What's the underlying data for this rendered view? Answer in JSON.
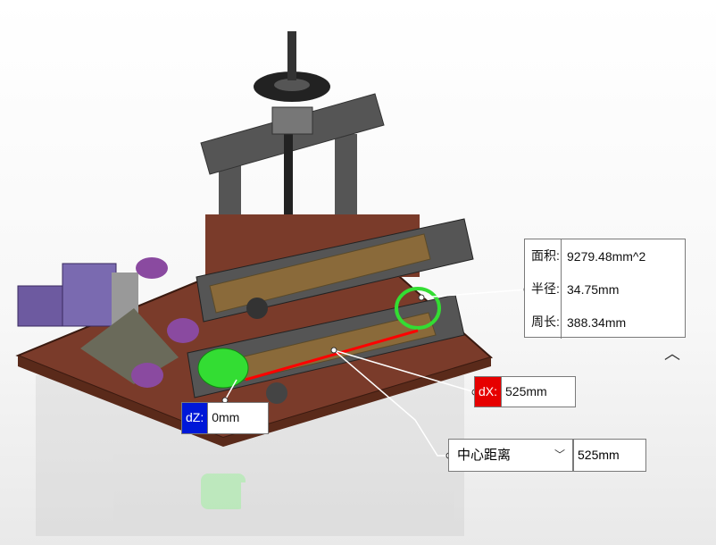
{
  "measure": {
    "rows": [
      {
        "label": "面积:",
        "value": "9279.48mm^2"
      },
      {
        "label": "半径:",
        "value": "34.75mm"
      },
      {
        "label": "周长:",
        "value": "388.34mm"
      }
    ],
    "collapse_icon": "chevron-up-icon"
  },
  "dx": {
    "label": "dX:",
    "value": "525mm",
    "color": "#e60000"
  },
  "dz": {
    "label": "dZ:",
    "value": "0mm",
    "color": "#0018d8"
  },
  "center_distance": {
    "option": "中心距离",
    "value": "525mm"
  },
  "colors": {
    "base_plate": "#7a3b2a",
    "frame": "#5a5a5a",
    "belt": "#8a6a3a",
    "highlight": "#33dd33",
    "motor": "#6d5aa0",
    "measure_line": "#ff0000"
  }
}
